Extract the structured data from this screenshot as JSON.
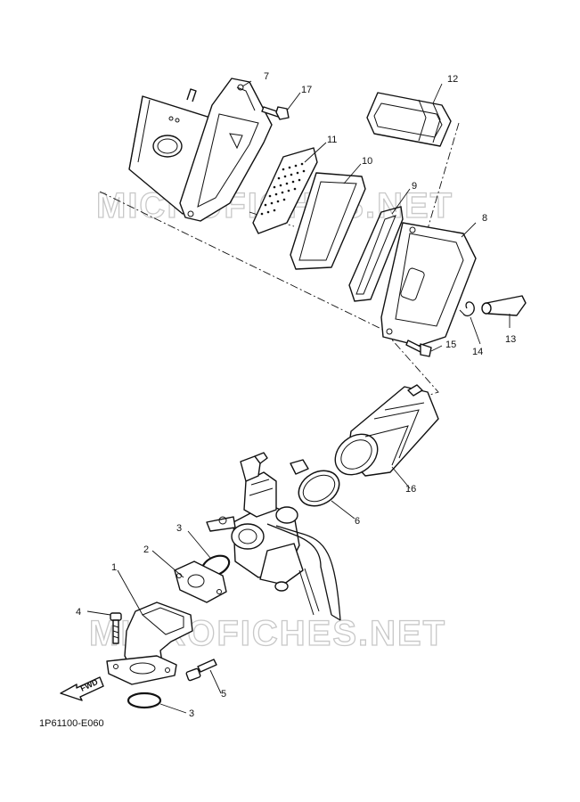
{
  "watermark": "MICROFICHES.NET",
  "catalog_code": "1P61100-E060",
  "fwd_label": "FWD",
  "callouts": {
    "c1": "1",
    "c2": "2",
    "c3a": "3",
    "c3b": "3",
    "c4": "4",
    "c5": "5",
    "c6": "6",
    "c7": "7",
    "c8": "8",
    "c9": "9",
    "c10": "10",
    "c11": "11",
    "c12": "12",
    "c13": "13",
    "c14": "14",
    "c15": "15",
    "c16": "16",
    "c17": "17"
  }
}
